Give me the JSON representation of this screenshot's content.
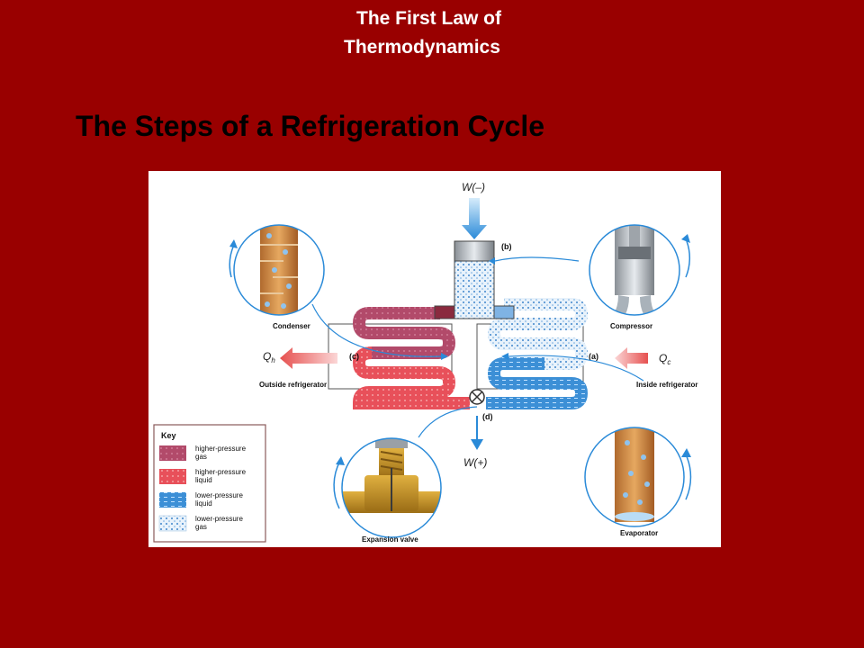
{
  "header": {
    "line1": "The First Law of",
    "line2": "Thermodynamics"
  },
  "slide": {
    "title": "The Steps of a Refrigeration Cycle"
  },
  "diagram": {
    "work_in": "W(–)",
    "work_out": "W(+)",
    "heat_out": "Q",
    "heat_out_sub": "h",
    "heat_in": "Q",
    "heat_in_sub": "c",
    "step_a": "(a)",
    "step_b": "(b)",
    "step_c": "(c)",
    "step_d": "(d)",
    "condenser": "Condenser",
    "compressor": "Compressor",
    "outside": "Outside refrigerator",
    "inside": "Inside refrigerator",
    "expansion_valve": "Expansion valve",
    "evaporator": "Evaporator",
    "key": {
      "title": "Key",
      "items": [
        {
          "line1": "higher-pressure",
          "line2": "gas"
        },
        {
          "line1": "higher-pressure",
          "line2": "liquid"
        },
        {
          "line1": "lower-pressure",
          "line2": "liquid"
        },
        {
          "line1": "lower-pressure",
          "line2": "gas"
        }
      ]
    },
    "colors": {
      "hp_gas": "#b24a6a",
      "hp_liquid": "#e8505a",
      "lp_liquid": "#3c8fd6",
      "lp_gas": "#a9cdee",
      "arrow": "#2a8ad8",
      "heat_arrow": "#e6504f"
    }
  }
}
